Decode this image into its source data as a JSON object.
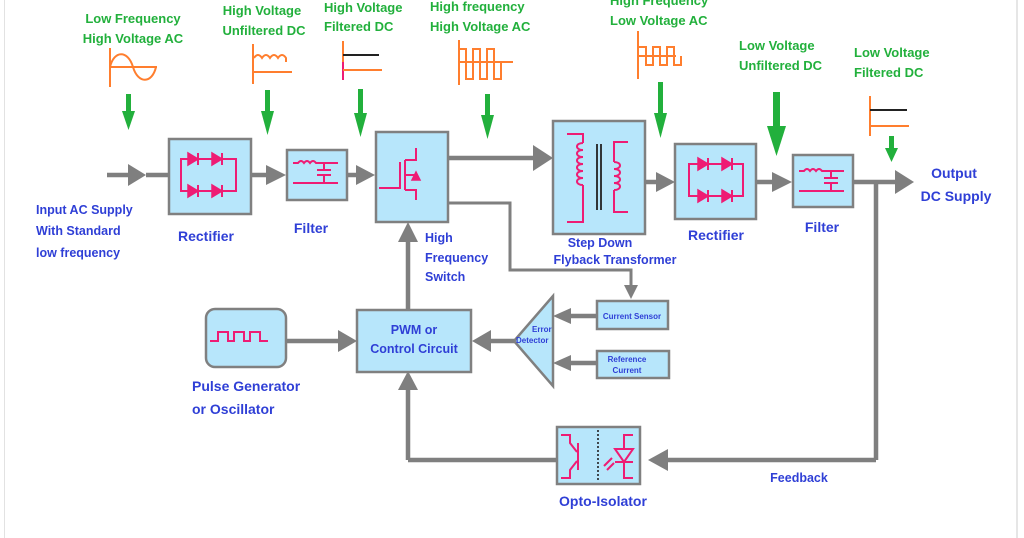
{
  "diagram": {
    "title": "Switched Mode Power Supply (SMPS) Block Diagram",
    "colors": {
      "block_fill": "#b7e6fb",
      "block_border": "#808080",
      "connector": "#7f7f7f",
      "symbol": "#ee1c74",
      "waveform": "#ff7e2e",
      "stage_label": "#22b03c",
      "block_label": "#2f3fd6",
      "indicator_arrow": "#22b03c"
    },
    "waveform_labels": [
      {
        "id": "lf-hv-ac",
        "line1": "Low Frequency",
        "line2": "High Voltage AC",
        "waveform": "sine"
      },
      {
        "id": "hv-unfiltered-dc",
        "line1": "High Voltage",
        "line2": "Unfiltered DC",
        "waveform": "rectified-ripple"
      },
      {
        "id": "hv-filtered-dc",
        "line1": "High Voltage",
        "line2": "Filtered DC",
        "waveform": "flat-dc"
      },
      {
        "id": "hf-hv-ac",
        "line1": "High frequency",
        "line2": "High Voltage AC",
        "waveform": "square-large"
      },
      {
        "id": "hf-lv-ac",
        "line1": "High Frequency",
        "line2": "Low Voltage AC",
        "waveform": "square-small"
      },
      {
        "id": "lv-unfiltered-dc",
        "line1": "Low Voltage",
        "line2": "Unfiltered DC",
        "waveform": "none"
      },
      {
        "id": "lv-filtered-dc",
        "line1": "Low Voltage",
        "line2": "Filtered DC",
        "waveform": "flat-dc"
      }
    ],
    "input_label": [
      "Input AC Supply",
      "With Standard",
      "low frequency"
    ],
    "output_label": [
      "Output",
      "DC Supply"
    ],
    "blocks": {
      "rectifier1": {
        "label": "Rectifier",
        "symbol": "bridge-rectifier-icon"
      },
      "filter1": {
        "label": "Filter",
        "symbol": "lc-filter-icon"
      },
      "switch": {
        "label": [
          "High",
          "Frequency",
          "Switch"
        ],
        "symbol": "mosfet-icon"
      },
      "transformer": {
        "label": [
          "Step Down",
          "Flyback Transformer"
        ],
        "symbol": "transformer-icon"
      },
      "rectifier2": {
        "label": "Rectifier",
        "symbol": "bridge-rectifier-icon"
      },
      "filter2": {
        "label": "Filter",
        "symbol": "lc-filter-icon"
      },
      "pulse_gen": {
        "label": [
          "Pulse Generator",
          "or Oscillator"
        ],
        "symbol": "square-wave-icon"
      },
      "pwm": {
        "label": [
          "PWM or",
          "Control Circuit"
        ]
      },
      "error_detector": {
        "label": [
          "Error",
          "Detector"
        ]
      },
      "current_sensor": {
        "label": "Current Sensor"
      },
      "reference_current": {
        "label": [
          "Reference",
          "Current"
        ]
      },
      "opto_isolator": {
        "label": "Opto-Isolator",
        "symbol": "optocoupler-icon"
      }
    },
    "feedback_label": "Feedback"
  }
}
